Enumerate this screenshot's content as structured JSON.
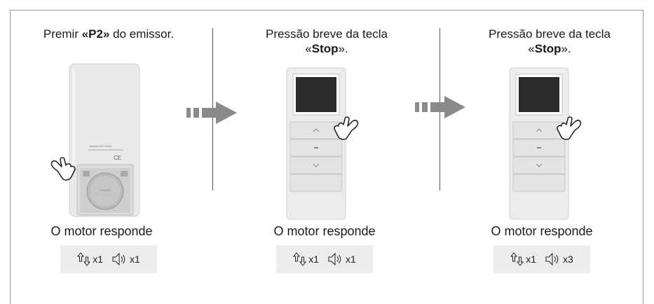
{
  "steps": [
    {
      "title_before": "Premir ",
      "title_bold": "«P2»",
      "title_after": " do emissor.",
      "title_line2": "",
      "response": "O motor responde",
      "up_down_count": "x1",
      "beep_count": "x1",
      "remote": "back-open-battery",
      "hand_target": "P2"
    },
    {
      "title_before": "Pressão breve da tecla",
      "title_bold": "Stop",
      "title_line2_pre": "«",
      "title_line2_post": "».",
      "response": "O motor responde",
      "up_down_count": "x1",
      "beep_count": "x1",
      "remote": "front",
      "hand_target": "stop-key"
    },
    {
      "title_before": "Pressão breve da tecla",
      "title_bold": "Stop",
      "title_line2_pre": "«",
      "title_line2_post": "».",
      "response": "O motor responde",
      "up_down_count": "x1",
      "beep_count": "x3",
      "remote": "front",
      "hand_target": "stop-key"
    }
  ],
  "remote_back_small_text": [
    "Modell NICT3000",
    "CE"
  ],
  "icons": {
    "up_down": "up-down-arrows-icon",
    "beep": "speaker-icon",
    "next": "next-step-arrow-icon",
    "press": "pressing-hand-icon"
  },
  "colors": {
    "arrow": "#8a8a8a",
    "remote_body": "#e9e9e7",
    "feedback_bg": "#ececec",
    "screen": "#2b2b2b"
  }
}
